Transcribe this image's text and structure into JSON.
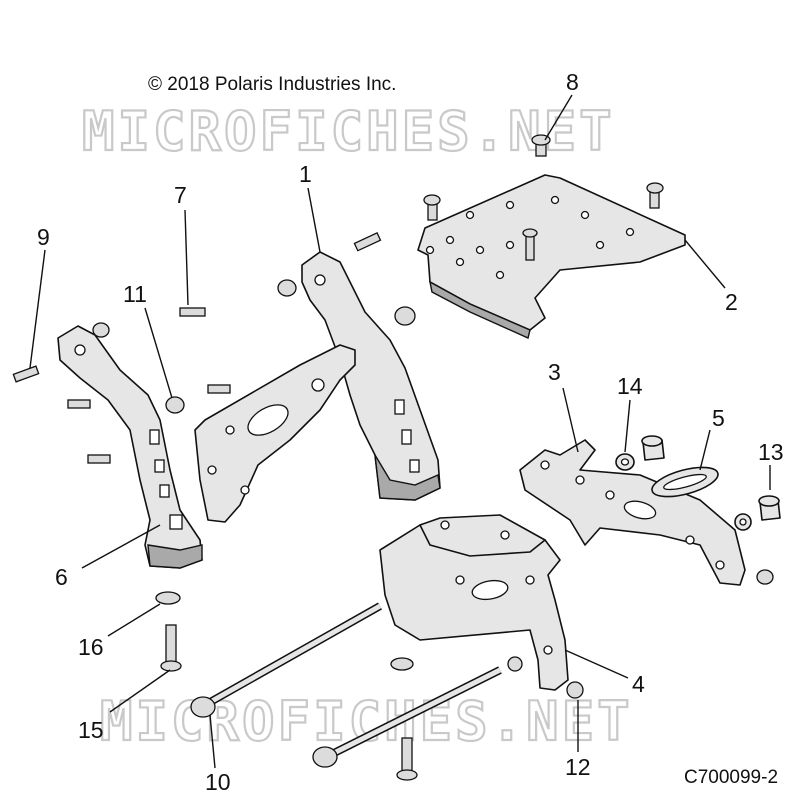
{
  "copyright": "© 2018 Polaris Industries Inc.",
  "figure_id": "C700099-2",
  "watermark": "MICROFICHES.NET",
  "callouts": [
    "1",
    "2",
    "3",
    "4",
    "5",
    "6",
    "7",
    "8",
    "9",
    "10",
    "11",
    "12",
    "13",
    "14",
    "15",
    "16"
  ]
}
